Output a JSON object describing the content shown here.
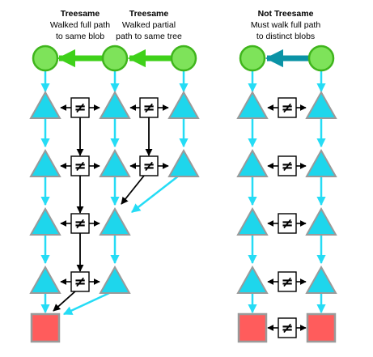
{
  "captions": {
    "left_title": "Treesame",
    "left_line1": "Walked full path",
    "left_line2": "to same blob",
    "mid_title": "Treesame",
    "mid_line1": "Walked partial",
    "mid_line2": "path to same tree",
    "right_title": "Not Treesame",
    "right_line1": "Must walk full path",
    "right_line2": "to distinct blobs"
  },
  "neq_symbol": "≠",
  "colors": {
    "commit_fill": "#7ee35a",
    "commit_stroke": "#3fb51c",
    "tree_fill": "#1ed6ec",
    "tree_stroke": "#9a9a9a",
    "blob_fill": "#ff5c5c",
    "blob_stroke": "#9a9a9a",
    "link": "#25dcf5",
    "green_arrow": "#3fd11a",
    "teal_arrow": "#0b93a6"
  },
  "icons": {
    "commit": "circle",
    "tree": "triangle",
    "blob": "square",
    "compare": "not-equal-box"
  }
}
